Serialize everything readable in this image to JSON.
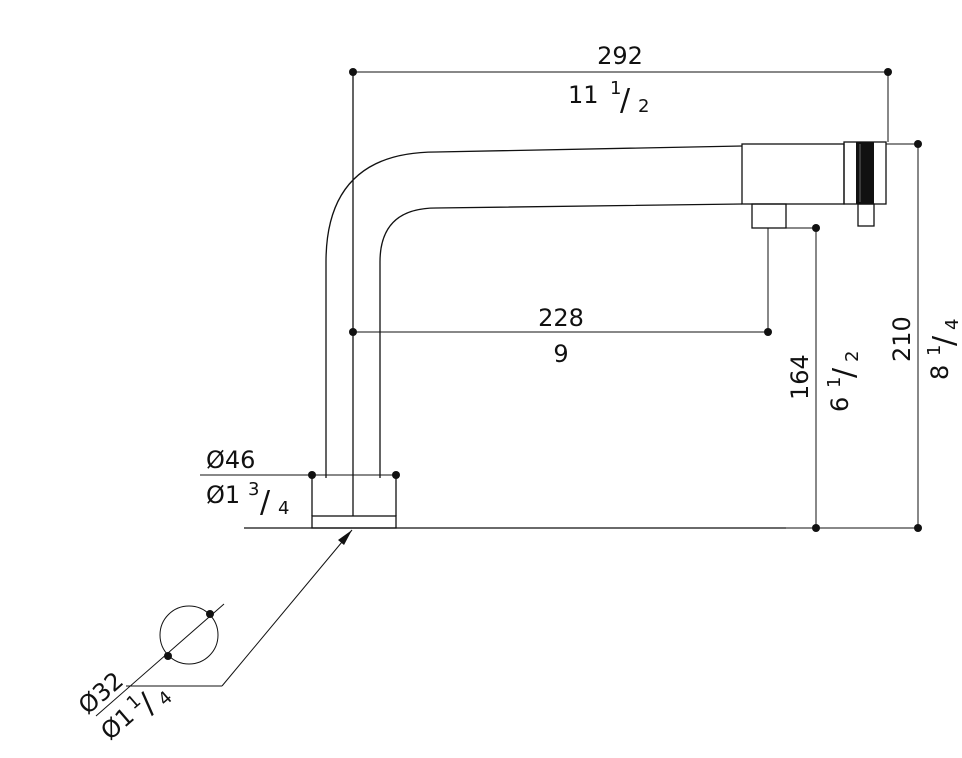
{
  "dimensions": {
    "overall_width": {
      "mm": "292",
      "in_whole": "11",
      "in_num": "1",
      "in_den": "2"
    },
    "spout_reach": {
      "mm": "228",
      "in_whole": "9"
    },
    "outlet_height": {
      "mm": "164",
      "in_whole": "6",
      "in_num": "1",
      "in_den": "2"
    },
    "total_height": {
      "mm": "210",
      "in_whole": "8",
      "in_num": "1",
      "in_den": "4"
    },
    "base_diameter": {
      "mm": "Ø46",
      "in_whole": "Ø1",
      "in_num": "3",
      "in_den": "4"
    },
    "hole_diameter": {
      "mm": "Ø32",
      "in_whole": "Ø1",
      "in_num": "1",
      "in_den": "4"
    }
  },
  "slash": "/",
  "colors": {
    "line": "#111111",
    "handle": "#111111"
  }
}
